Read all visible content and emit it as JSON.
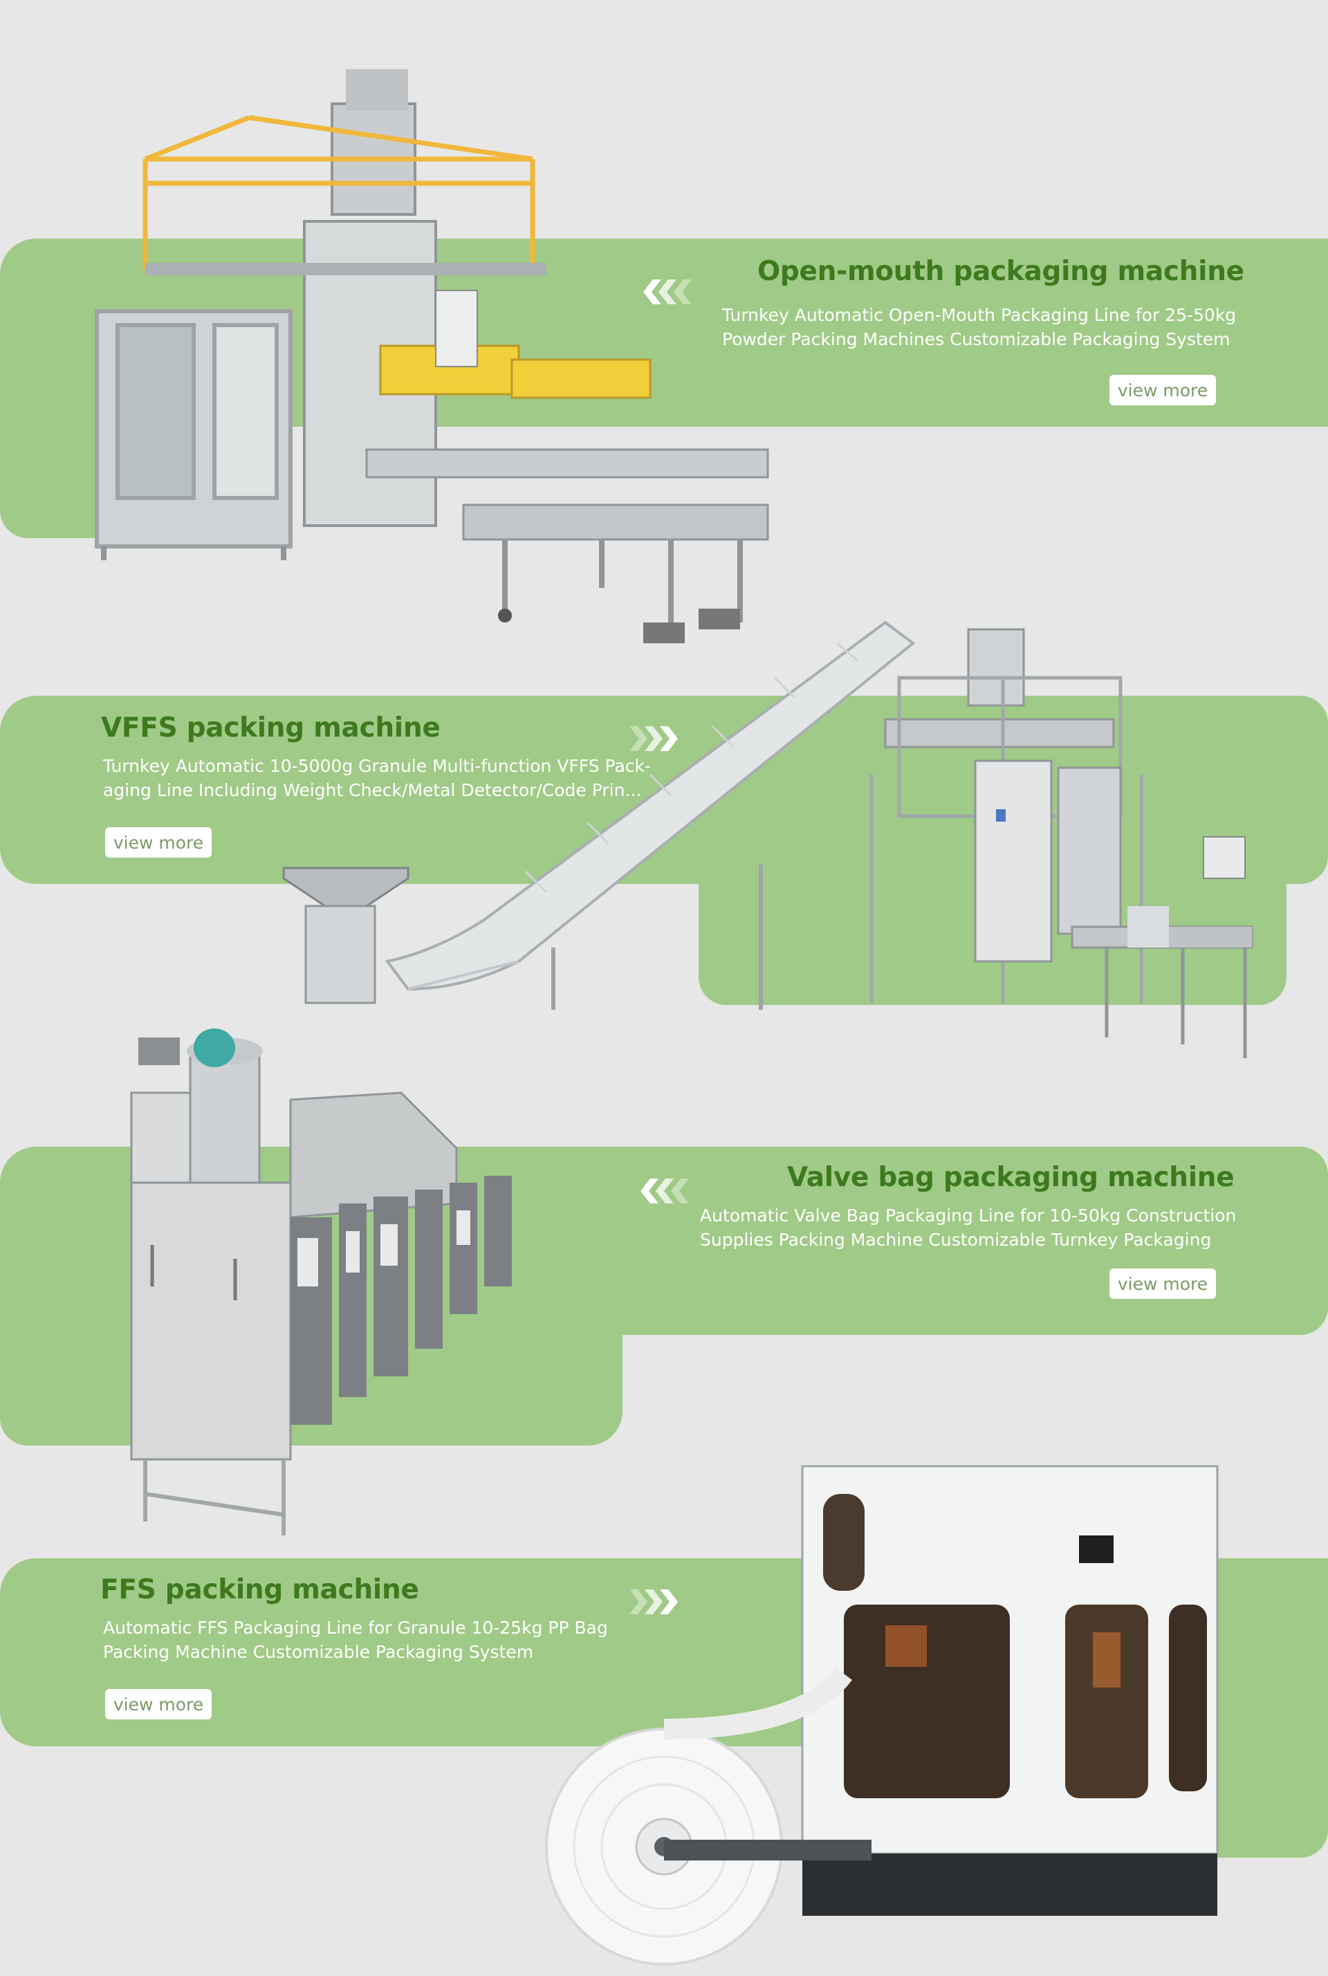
{
  "colors": {
    "background": "#e6e7e6",
    "band": "#a0ca87",
    "title": "#3d7a1e",
    "text": "#ffffff",
    "button_text": "#7a9b66"
  },
  "sections": [
    {
      "title": "Open-mouth packaging machine",
      "desc": [
        "Turnkey Automatic Open-Mouth Packaging Line for 25-50kg",
        "Powder Packing Machines Customizable Packaging System"
      ],
      "button": "view more",
      "arrow_icon": "chevron-left-triple-icon"
    },
    {
      "title": "VFFS packing machine",
      "desc": [
        "Turnkey Automatic 10-5000g Granule Multi-function VFFS Pack-",
        "aging Line Including Weight Check/Metal Detector/Code Prin..."
      ],
      "button": "view more",
      "arrow_icon": "chevron-right-triple-icon"
    },
    {
      "title": "Valve bag packaging machine",
      "desc": [
        "Automatic Valve Bag Packaging Line for 10-50kg Construction",
        "Supplies Packing Machine Customizable Turnkey Packaging"
      ],
      "button": "view more",
      "arrow_icon": "chevron-left-triple-icon"
    },
    {
      "title": "FFS packing machine",
      "desc": [
        "Automatic FFS Packaging Line for Granule 10-25kg PP Bag",
        "Packing Machine Customizable Packaging System"
      ],
      "button": "view more",
      "arrow_icon": "chevron-right-triple-icon"
    }
  ]
}
